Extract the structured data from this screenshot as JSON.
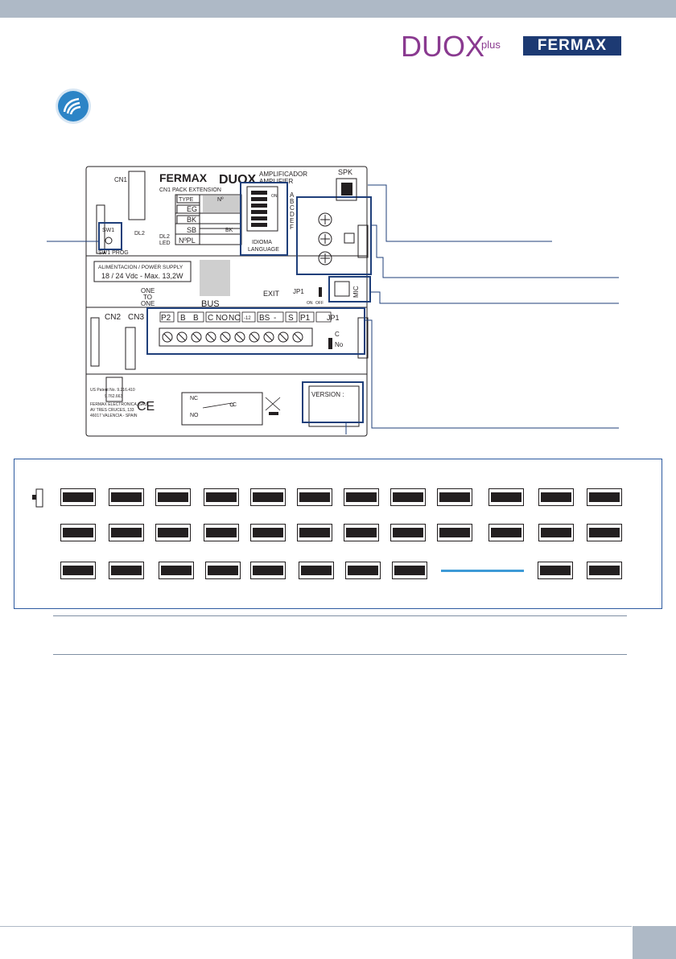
{
  "brand": {
    "duox": "DUOX",
    "plus": "plus",
    "fermax": "FERMAX"
  },
  "board": {
    "fermax": "FERMAX",
    "duox": "DUOX",
    "amplificador": "AMPLIFICADOR",
    "amplifier": "AMPLIFIER",
    "cn1": "CN1",
    "cn1_pack": "CN1   PACK EXTENSION",
    "type": "TYPE",
    "n_number": "Nº",
    "eg": "EG",
    "bk": "BK",
    "sb": "SB",
    "npl": "NºPL",
    "bk_small": "BK",
    "dl2": "DL2",
    "dl2_led": "DL2",
    "led": "LED",
    "sw1": "SW1",
    "sw1_prog": "SW1 PROG",
    "power_supply": "ALIMENTACION / POWER SUPPLY",
    "voltage": "18 /  24 Vdc  -  Max. 13,2W",
    "one": "ONE",
    "to": "TO",
    "one2": "ONE",
    "bus": "BUS",
    "cn2": "CN2",
    "cn3": "CN3",
    "terminals": [
      "P2",
      "B",
      "B",
      "C",
      "NO",
      "NC",
      "-12",
      "BS",
      "-",
      "S",
      "P1"
    ],
    "jp1": "JP1",
    "exit": "EXIT",
    "on": "ON",
    "off": "OFF",
    "spk": "SPK",
    "mic": "MIC",
    "idioma": "IDIOMA",
    "language": "LANGUAGE",
    "dip_on": "ON",
    "letters": [
      "A",
      "B",
      "C",
      "D",
      "E",
      "F"
    ],
    "c": "C",
    "no": "No",
    "patent": "US Patent No. 9.216.410",
    "patent2": "9.762.663",
    "company": "FERMAX ELECTRONICA, SAU",
    "address": "AV TRES CRUCES, 133",
    "city": "46017 VALENCIA - SPAIN",
    "ce": "CE",
    "nc": "NC",
    "c_relay": "C",
    "no_relay": "NO",
    "version": "VERSION :"
  }
}
